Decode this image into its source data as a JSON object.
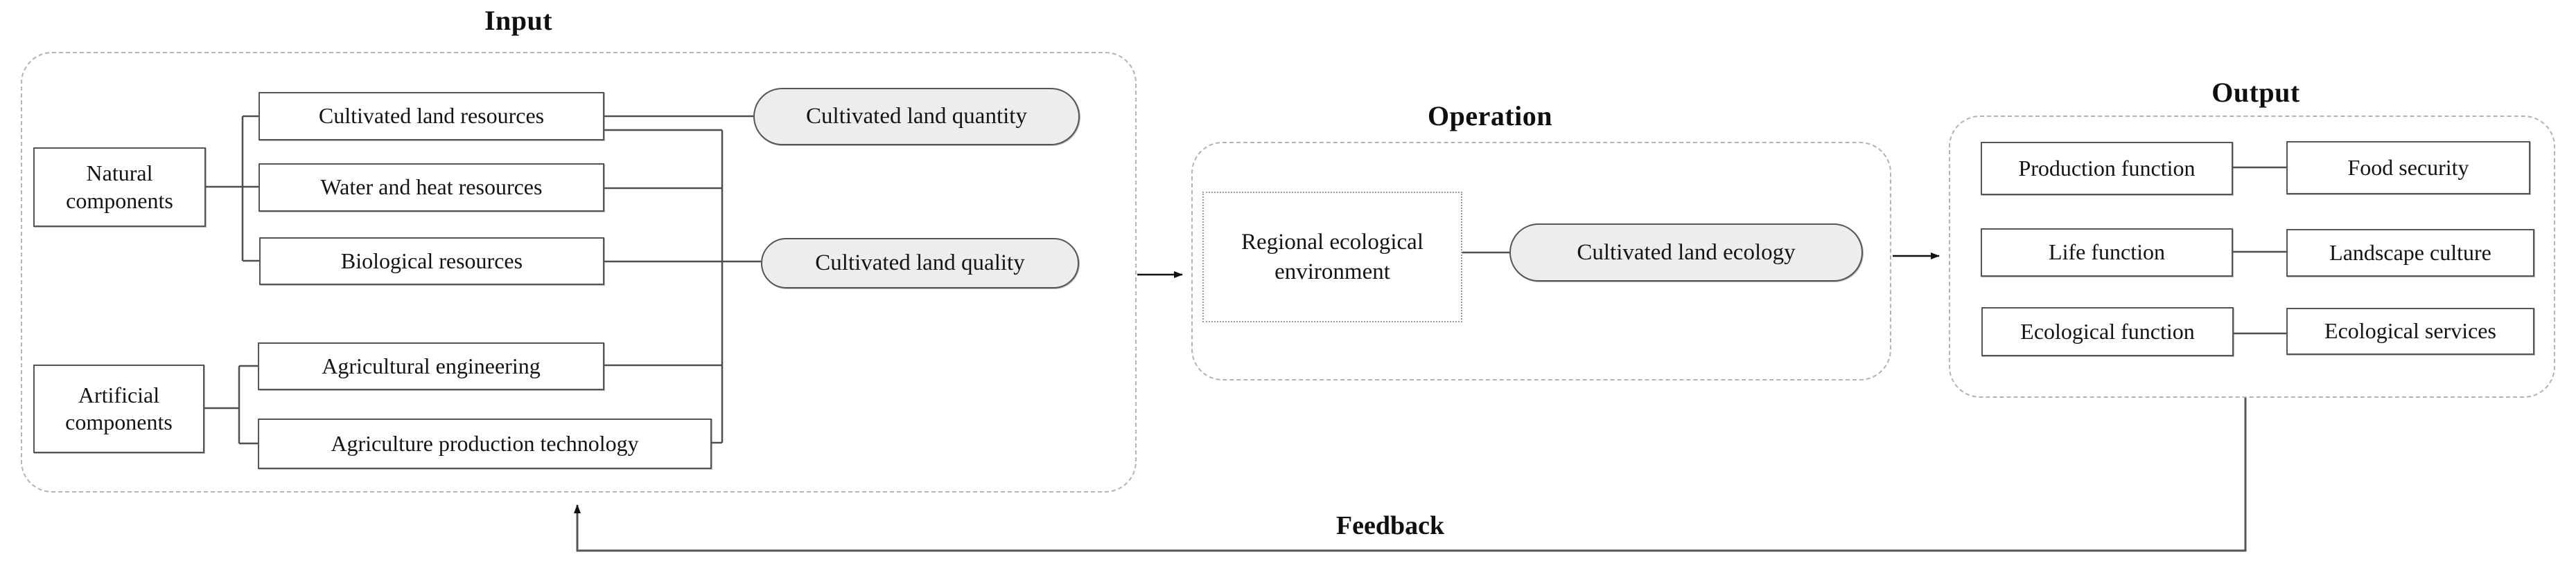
{
  "titles": {
    "input": "Input",
    "operation": "Operation",
    "output": "Output"
  },
  "feedback_label": "Feedback",
  "input": {
    "natural_label": "Natural components",
    "artificial_label": "Artificial components",
    "items": {
      "cultivated_land_resources": "Cultivated land resources",
      "water_heat": "Water and heat resources",
      "biological": "Biological resources",
      "engineering": "Agricultural engineering",
      "technology": "Agriculture production technology"
    },
    "quantity_label": "Cultivated land quantity",
    "quality_label": "Cultivated land quality"
  },
  "operation": {
    "environment": "Regional ecological environment",
    "core": "Cultivated land ecology"
  },
  "output": {
    "functions": [
      "Production function",
      "Life function",
      "Ecological function"
    ],
    "outcomes": [
      "Food security",
      "Landscape culture",
      "Ecological services"
    ]
  },
  "colors": {
    "stadium_fill": "#ededed",
    "box_border": "#555555",
    "container_border": "#b3b3b3",
    "line": "#4f4f4f",
    "text": "#141414"
  }
}
